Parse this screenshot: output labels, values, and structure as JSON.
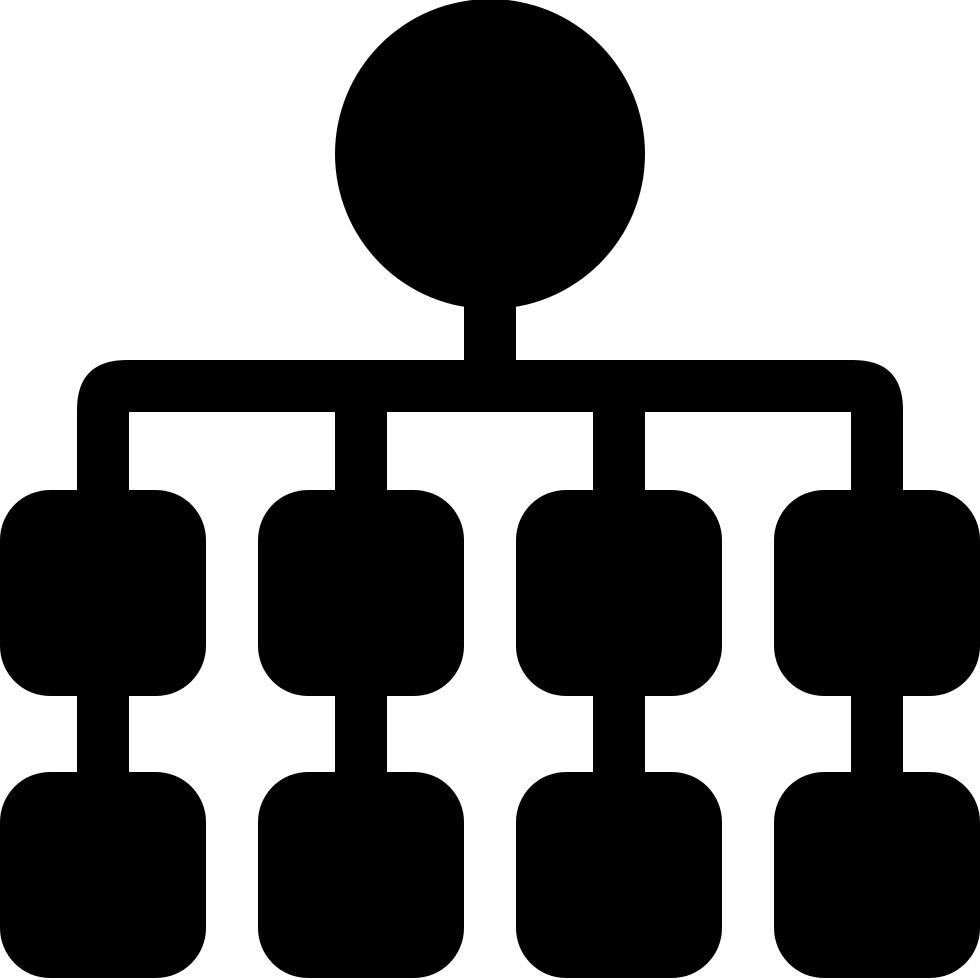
{
  "icon": {
    "name": "hierarchy-icon",
    "colors": {
      "foreground": "#000000",
      "background": "#ffffff"
    },
    "structure": {
      "root_nodes": 1,
      "branch_columns": 4,
      "nodes_per_column": 2
    }
  }
}
